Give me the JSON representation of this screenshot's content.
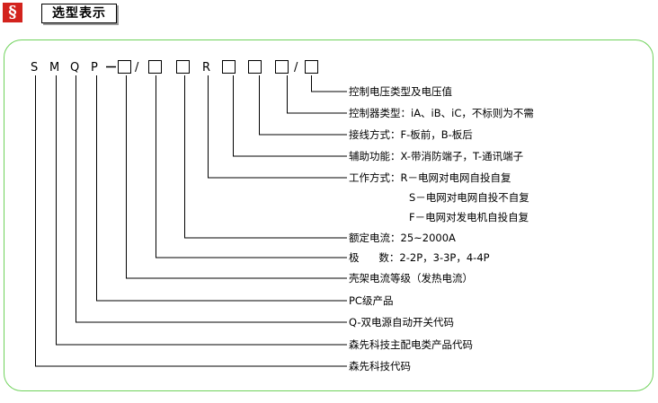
{
  "header": {
    "icon": "§",
    "title": "选型表示"
  },
  "model_code": {
    "letters": [
      "S",
      "M",
      "Q",
      "P"
    ],
    "dash": "–",
    "slash": "/",
    "letter_r": "R"
  },
  "descriptions": [
    "控制电压类型及电压值",
    "控制器类型：iA、iB、iC，不标则为不需",
    "接线方式：F-板前，B-板后",
    "辅助功能：X-带消防端子，T-通讯端子",
    "工作方式：R－电网对电网自投自复",
    "S－电网对电网自投不自复",
    "F－电网对发电机自投自复",
    "额定电流：25~2000A",
    "极      数：2-2P，3-3P，4-4P",
    "壳架电流等级（发热电流）",
    "PC级产品",
    "Q-双电源自动开关代码",
    "森先科技主配电类产品代码",
    "森先科技代码"
  ]
}
